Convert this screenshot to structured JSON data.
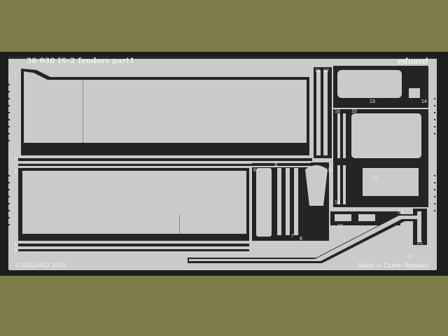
{
  "fret": {
    "title": "36 030   IS-2 fenders   part1",
    "brand": "eduard",
    "copyright": "© EDUARD 2008",
    "made_in": "Made in Czech Republic"
  },
  "part_numbers": [
    "1",
    "2",
    "3",
    "4",
    "5",
    "6",
    "7",
    "8",
    "9",
    "10",
    "11",
    "12",
    "13",
    "14",
    "15",
    "16",
    "17",
    "18",
    "19",
    "20",
    "21",
    "22"
  ],
  "colors": {
    "background": "#7c7d4a",
    "frame": "#1e1f1d",
    "metal": "#c9cbc8",
    "etch": "#242523"
  }
}
